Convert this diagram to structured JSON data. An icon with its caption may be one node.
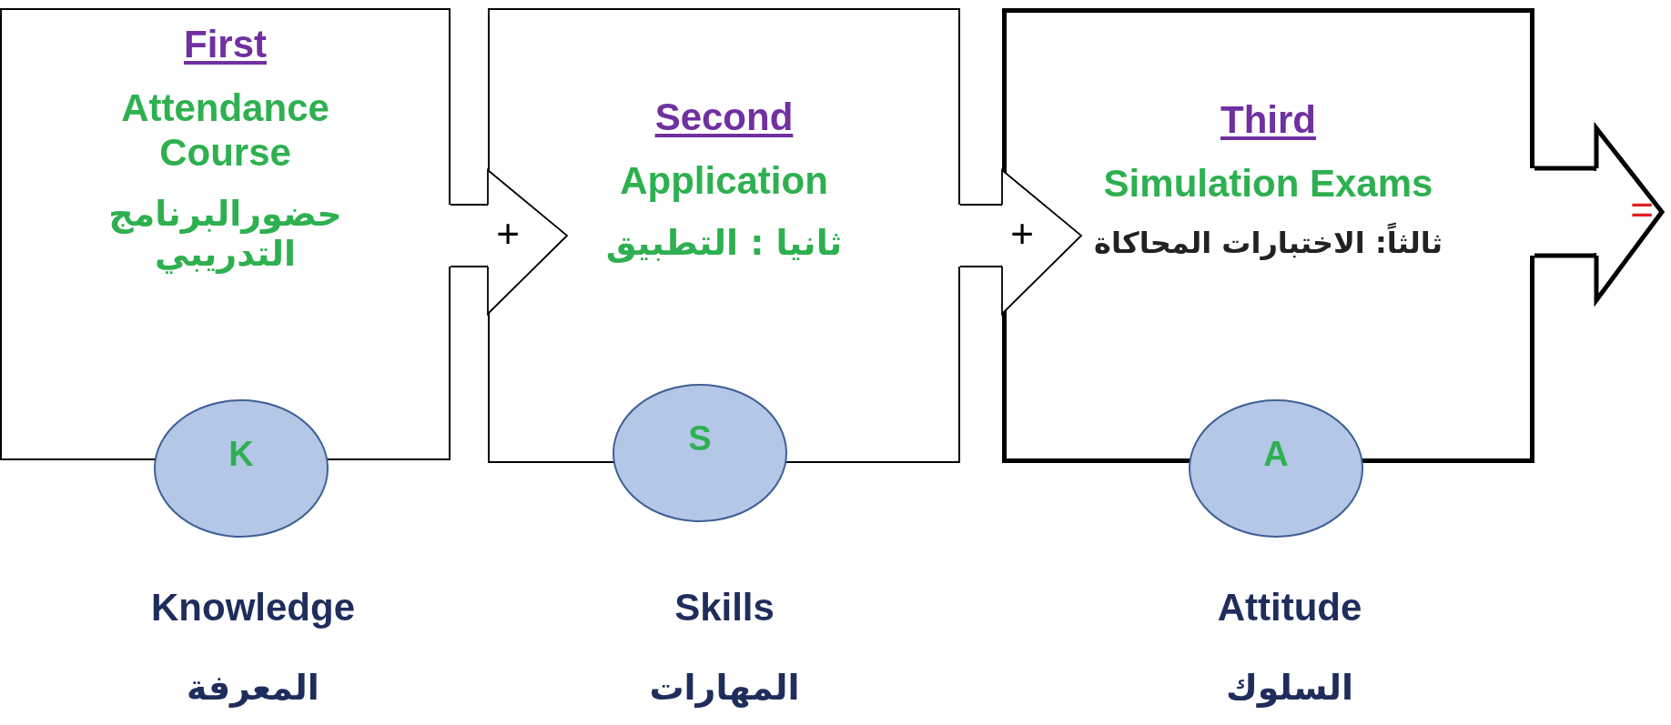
{
  "diagram": {
    "nodes": [
      {
        "text": [
          "First",
          "Attendance Course",
          "حضورالبرنامج التدريبي"
        ]
      },
      {
        "text": [
          "Second",
          "Application",
          "ثانيا : التطبيق"
        ]
      },
      {
        "text": [
          "Third",
          "Simulation Exams",
          "ثالثاً: الاختبارات المحاكاة"
        ]
      },
      {
        "text": [
          "K"
        ],
        "beside": [
          "Knowledge",
          "المعرفة"
        ]
      },
      {
        "text": [
          "S"
        ],
        "beside": [
          "Skills",
          "المهارات"
        ]
      },
      {
        "text": [
          "A"
        ],
        "beside": [
          "Attitude",
          "السلوك"
        ]
      }
    ],
    "edges": [
      {
        "from": 0,
        "to": 1,
        "arrow": "to",
        "label": "+"
      },
      {
        "from": 1,
        "to": 2,
        "arrow": "to",
        "label": "+"
      },
      {
        "from": 2,
        "to": null,
        "arrow": "to",
        "label": "=",
        "style": "thick"
      }
    ]
  }
}
